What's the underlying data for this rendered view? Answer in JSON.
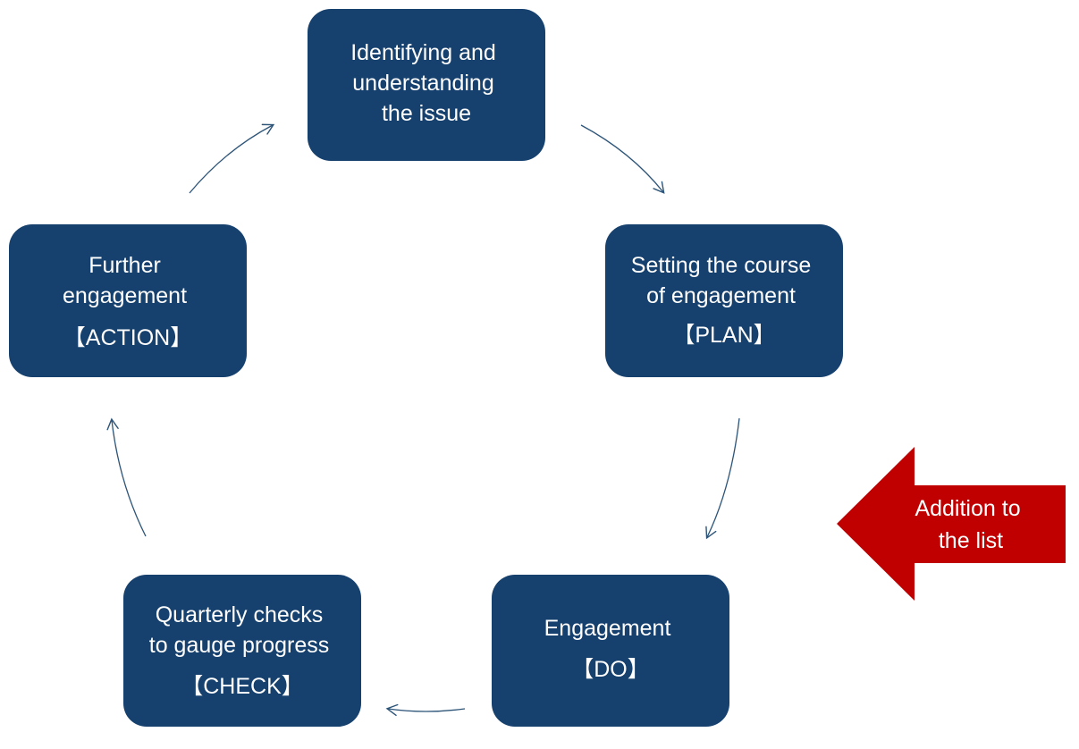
{
  "colors": {
    "box_fill": "#16406d",
    "box_text": "#ffffff",
    "arrow": "#2c5478",
    "callout_fill": "#c00000",
    "callout_text": "#ffffff"
  },
  "nodes": {
    "identify": {
      "lines": [
        "Identifying and",
        "understanding",
        "the issue"
      ]
    },
    "plan": {
      "lines": [
        "Setting the course",
        "of engagement",
        "【PLAN】"
      ]
    },
    "do": {
      "lines": [
        "Engagement",
        "【DO】"
      ]
    },
    "check": {
      "lines": [
        "Quarterly checks",
        "to gauge progress",
        "【CHECK】"
      ]
    },
    "action": {
      "lines": [
        "Further",
        "engagement",
        "【ACTION】"
      ]
    }
  },
  "callout": {
    "lines": [
      "Addition to",
      "the list"
    ]
  }
}
